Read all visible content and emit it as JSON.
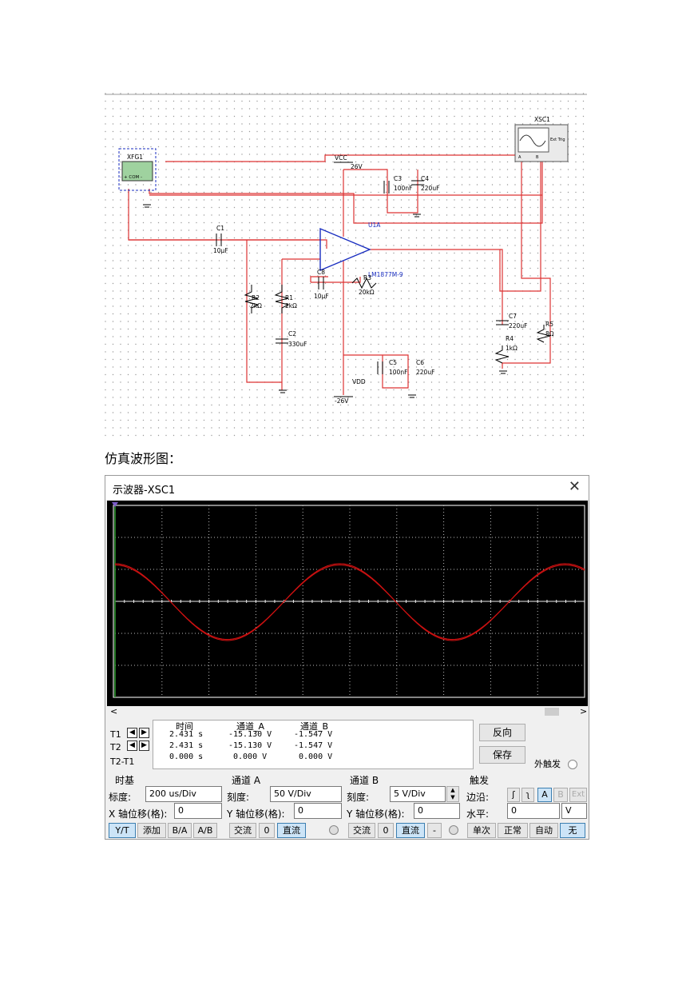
{
  "schematic": {
    "components": {
      "xsc1": "XSC1",
      "xfg1": "XFG1",
      "xfg1_terminals": "+ COM -",
      "vcc": "VCC",
      "vcc_value": "26V",
      "vdd": "VDD",
      "vdd_value": "-26V",
      "u1a": "U1A",
      "u1a_part": "LM1877M-9",
      "c1": "C1",
      "c1_value": "10μF",
      "c2": "C2",
      "c2_value": "330uF",
      "c3": "C3",
      "c3_value": "100nF",
      "c4": "C4",
      "c4_value": "220uF",
      "c5": "C5",
      "c5_value": "100nF",
      "c6": "C6",
      "c6_value": "220uF",
      "c7": "C7",
      "c7_value": "220uF",
      "c8": "C8",
      "c8_value": "10μF",
      "r1": "R1",
      "r1_value": "2kΩ",
      "r2": "R2",
      "r2_value": "2kΩ",
      "r3": "R3",
      "r3_value": "20kΩ",
      "r4": "R4",
      "r4_value": "1kΩ",
      "r5": "R5",
      "r5_value": "8Ω",
      "xsc_ext": "Ext Trig",
      "xsc_a": "A",
      "xsc_b": "B"
    }
  },
  "caption": "仿真波形图：",
  "scope": {
    "title": "示波器-XSC1",
    "close_glyph": "✕",
    "scroll_left": "<",
    "scroll_right": ">",
    "readout": {
      "headers": [
        "时间",
        "通道_A",
        "通道_B"
      ],
      "rows": [
        {
          "label": "T1",
          "time": "2.431 s",
          "a": "-15.130 V",
          "b": "-1.547 V"
        },
        {
          "label": "T2",
          "time": "2.431 s",
          "a": "-15.130 V",
          "b": "-1.547 V"
        },
        {
          "label": "T2-T1",
          "time": "0.000 s",
          "a": "0.000 V",
          "b": "0.000 V"
        }
      ],
      "reverse_btn": "反向",
      "save_btn": "保存",
      "ext_trigger": "外触发"
    },
    "timebase": {
      "title": "时基",
      "scale_label": "标度:",
      "scale_value": "200 us/Div",
      "xoff_label": "X 轴位移(格):",
      "xoff_value": "0",
      "modes": [
        "Y/T",
        "添加",
        "B/A",
        "A/B"
      ]
    },
    "channel_a": {
      "title": "通道 A",
      "scale_label": "刻度:",
      "scale_value": "50  V/Div",
      "yoff_label": "Y 轴位移(格):",
      "yoff_value": "0",
      "coupling": [
        "交流",
        "0",
        "直流"
      ]
    },
    "channel_b": {
      "title": "通道 B",
      "scale_label": "刻度:",
      "scale_value": "5  V/Div",
      "yoff_label": "Y 轴位移(格):",
      "yoff_value": "0",
      "coupling": [
        "交流",
        "0",
        "直流",
        "-"
      ]
    },
    "trigger": {
      "title": "触发",
      "edge_label": "边沿:",
      "edge_buttons": [
        "ʃ",
        "ʅ",
        "A",
        "B",
        "Ext"
      ],
      "level_label": "水平:",
      "level_value": "0",
      "level_unit": "V",
      "modes": [
        "单次",
        "正常",
        "自动",
        "无"
      ]
    },
    "trace_color": "#cc1111",
    "grid_color": "#bbbbbb"
  }
}
